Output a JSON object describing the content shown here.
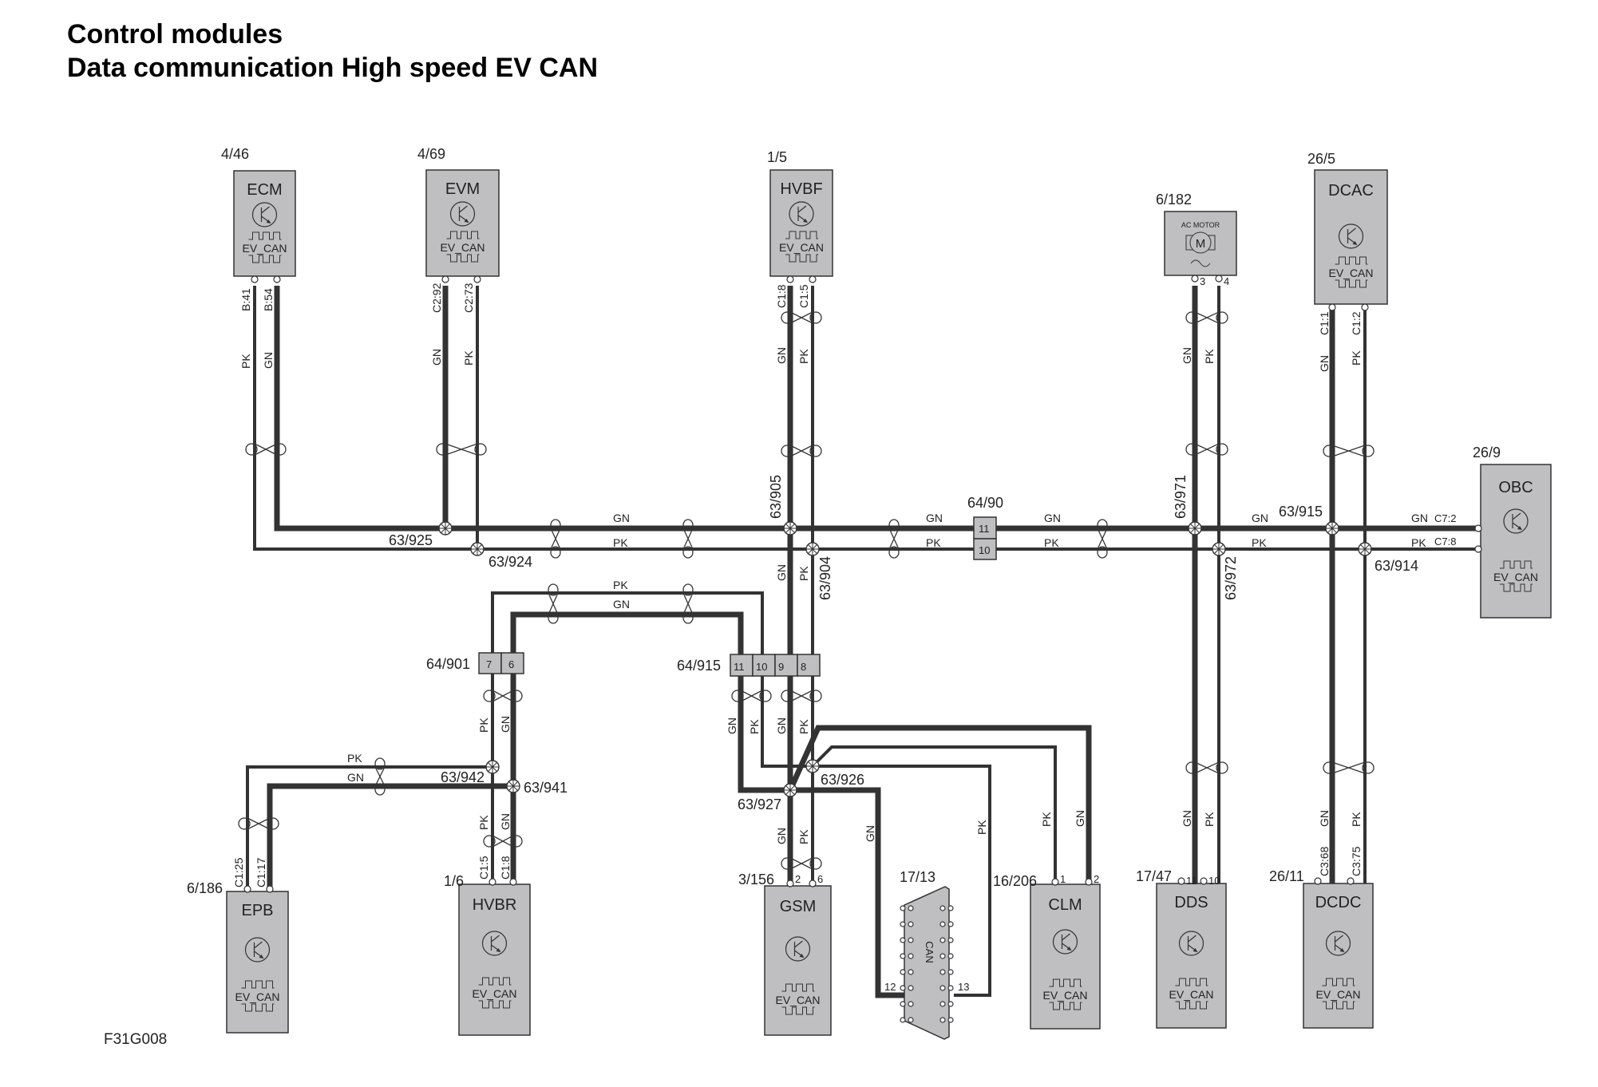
{
  "title": {
    "line1": "Control modules",
    "line2": "Data communication High speed EV CAN"
  },
  "figure_id": "F31G008",
  "wire_colors": {
    "GN": "GN",
    "PK": "PK"
  },
  "modules": [
    {
      "id": "ecm",
      "name": "ECM",
      "ref": "4/46",
      "bus": "EV_CAN",
      "pins": [
        "B:41",
        "B:54"
      ]
    },
    {
      "id": "evm",
      "name": "EVM",
      "ref": "4/69",
      "bus": "EV_CAN",
      "pins": [
        "C2:92",
        "C2:73"
      ]
    },
    {
      "id": "hvbf",
      "name": "HVBF",
      "ref": "1/5",
      "bus": "EV_CAN",
      "pins": [
        "C1:8",
        "C1:5"
      ]
    },
    {
      "id": "acmotor",
      "name": "AC MOTOR",
      "ref": "6/182",
      "symbol": "M",
      "pins": [
        "3",
        "4"
      ]
    },
    {
      "id": "dcac",
      "name": "DCAC",
      "ref": "26/5",
      "bus": "EV_CAN",
      "pins": [
        "C1:1",
        "C1:2"
      ]
    },
    {
      "id": "obc",
      "name": "OBC",
      "ref": "26/9",
      "bus": "EV_CAN",
      "pins": [
        "C7:2",
        "C7:8"
      ]
    },
    {
      "id": "epb",
      "name": "EPB",
      "ref": "6/186",
      "bus": "EV_CAN",
      "pins": [
        "C1:25",
        "C1:17"
      ]
    },
    {
      "id": "hvbr",
      "name": "HVBR",
      "ref": "1/6",
      "bus": "EV_CAN",
      "pins": [
        "C1:5",
        "C1:8"
      ]
    },
    {
      "id": "gsm",
      "name": "GSM",
      "ref": "3/156",
      "bus": "EV_CAN",
      "pins": [
        "2",
        "6"
      ]
    },
    {
      "id": "dlc",
      "name": "CAN",
      "ref": "17/13",
      "pins": [
        "12",
        "13"
      ]
    },
    {
      "id": "clm",
      "name": "CLM",
      "ref": "16/206",
      "bus": "EV_CAN",
      "pins": [
        "1",
        "2"
      ]
    },
    {
      "id": "dds",
      "name": "DDS",
      "ref": "17/47",
      "bus": "EV_CAN",
      "pins": [
        "11",
        "10"
      ]
    },
    {
      "id": "dcdc",
      "name": "DCDC",
      "ref": "26/11",
      "bus": "EV_CAN",
      "pins": [
        "C3:68",
        "C3:75"
      ]
    }
  ],
  "connectors": [
    {
      "ref": "64/90",
      "pins": [
        "11",
        "10"
      ]
    },
    {
      "ref": "64/901",
      "pins": [
        "7",
        "6"
      ]
    },
    {
      "ref": "64/915",
      "pins": [
        "11",
        "10",
        "9",
        "8"
      ]
    }
  ],
  "splices": [
    "63/925",
    "63/924",
    "63/905",
    "63/904",
    "63/971",
    "63/972",
    "63/915",
    "63/914",
    "63/942",
    "63/941",
    "63/927",
    "63/926"
  ]
}
